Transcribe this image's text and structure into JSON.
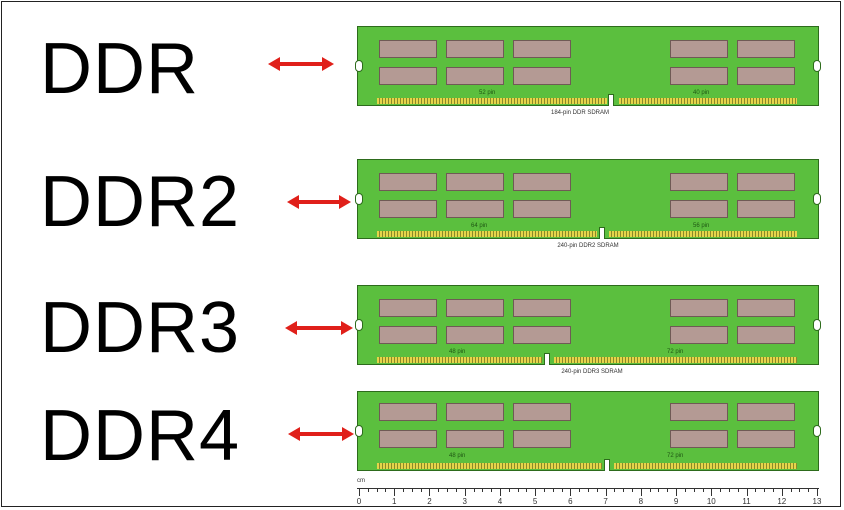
{
  "modules": [
    {
      "label": "DDR",
      "caption": "184-pin DDR SDRAM",
      "left_note": "52 pin",
      "right_note": "40 pin"
    },
    {
      "label": "DDR2",
      "caption": "240-pin DDR2 SDRAM",
      "left_note": "64 pin",
      "right_note": "56 pin"
    },
    {
      "label": "DDR3",
      "caption": "240-pin DDR3 SDRAM",
      "left_note": "48 pin",
      "right_note": "72 pin"
    },
    {
      "label": "DDR4",
      "caption": "",
      "left_note": "48 pin",
      "right_note": "72 pin"
    }
  ],
  "ruler": {
    "unit": "cm",
    "ticks": [
      "0",
      "1",
      "2",
      "3",
      "4",
      "5",
      "6",
      "7",
      "8",
      "9",
      "10",
      "11",
      "12",
      "13"
    ]
  },
  "colors": {
    "pcb": "#5bbf3e",
    "chip": "#b49a94",
    "arrow": "#e0201a",
    "pins": "#e6d54a"
  },
  "icons": {
    "arrow": "double-headed-arrow-icon"
  }
}
